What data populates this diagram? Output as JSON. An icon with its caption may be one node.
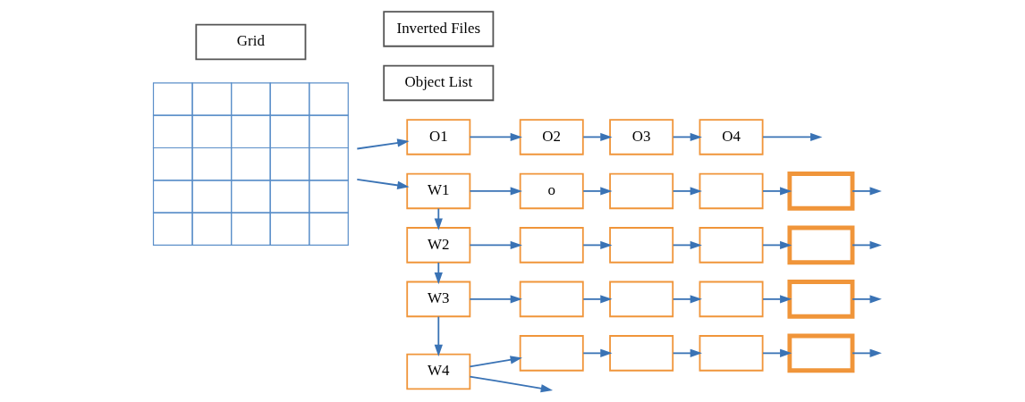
{
  "diagram": {
    "nodes": [
      {
        "text": [],
        "shape": "picture"
      },
      {
        "text": [
          "Object List"
        ]
      },
      {
        "text": [
          "O1"
        ]
      },
      {
        "text": [
          "O2"
        ]
      },
      {
        "text": [
          "O3"
        ]
      },
      {
        "text": [
          "O4"
        ]
      },
      {
        "text": [
          "W1"
        ]
      },
      {
        "text": [
          "o"
        ]
      },
      {
        "text": [],
        "shape": "box"
      },
      {
        "text": [],
        "shape": "box"
      },
      {
        "text": [],
        "shape": "box"
      },
      {
        "text": [
          "Grid"
        ]
      },
      {
        "text": [
          "W2"
        ]
      },
      {
        "text": [],
        "shape": "box"
      },
      {
        "text": [],
        "shape": "box"
      },
      {
        "text": [],
        "shape": "box"
      },
      {
        "text": [],
        "shape": "box"
      },
      {
        "text": [
          "Inverted Files"
        ]
      },
      {
        "text": [
          "W3"
        ]
      },
      {
        "text": [],
        "shape": "box"
      },
      {
        "text": [],
        "shape": "box"
      },
      {
        "text": [],
        "shape": "box"
      },
      {
        "text": [],
        "shape": "box"
      },
      {
        "text": [
          "W4"
        ]
      },
      {
        "text": [],
        "shape": "box"
      },
      {
        "text": [],
        "shape": "box"
      },
      {
        "text": [],
        "shape": "box"
      },
      {
        "text": [],
        "shape": "box"
      }
    ],
    "edges": [
      {
        "from": 0,
        "to": 2,
        "arrow": "to"
      },
      {
        "from": 0,
        "to": 6,
        "arrow": "to"
      },
      {
        "from": 2,
        "to": 3,
        "arrow": "to"
      },
      {
        "from": 3,
        "to": 4,
        "arrow": "to"
      },
      {
        "from": 4,
        "to": 5,
        "arrow": "to"
      },
      {
        "from": 5,
        "to": null,
        "arrow": "to"
      },
      {
        "from": 6,
        "to": 7,
        "arrow": "to"
      },
      {
        "from": 7,
        "to": 8,
        "arrow": "to"
      },
      {
        "from": 8,
        "to": 9,
        "arrow": "to"
      },
      {
        "from": 9,
        "to": 10,
        "arrow": "to"
      },
      {
        "from": 10,
        "to": null,
        "arrow": "to"
      },
      {
        "from": 6,
        "to": 12,
        "arrow": "to"
      },
      {
        "from": 12,
        "to": 13,
        "arrow": "to"
      },
      {
        "from": 13,
        "to": 14,
        "arrow": "to"
      },
      {
        "from": 14,
        "to": 15,
        "arrow": "to"
      },
      {
        "from": 15,
        "to": 16,
        "arrow": "to"
      },
      {
        "from": 16,
        "to": null,
        "arrow": "to"
      },
      {
        "from": 12,
        "to": 18,
        "arrow": "to"
      },
      {
        "from": 18,
        "to": 19,
        "arrow": "to"
      },
      {
        "from": 19,
        "to": 20,
        "arrow": "to"
      },
      {
        "from": 20,
        "to": 21,
        "arrow": "to"
      },
      {
        "from": 21,
        "to": 22,
        "arrow": "to"
      },
      {
        "from": 22,
        "to": null,
        "arrow": "to"
      },
      {
        "from": 18,
        "to": 23,
        "arrow": "to"
      },
      {
        "from": 23,
        "to": 24,
        "arrow": "to"
      },
      {
        "from": 24,
        "to": 25,
        "arrow": "to"
      },
      {
        "from": 25,
        "to": 26,
        "arrow": "to"
      },
      {
        "from": 26,
        "to": 27,
        "arrow": "to"
      },
      {
        "from": 27,
        "to": null,
        "arrow": "to"
      },
      {
        "from": 23,
        "to": null,
        "arrow": "to"
      }
    ]
  }
}
